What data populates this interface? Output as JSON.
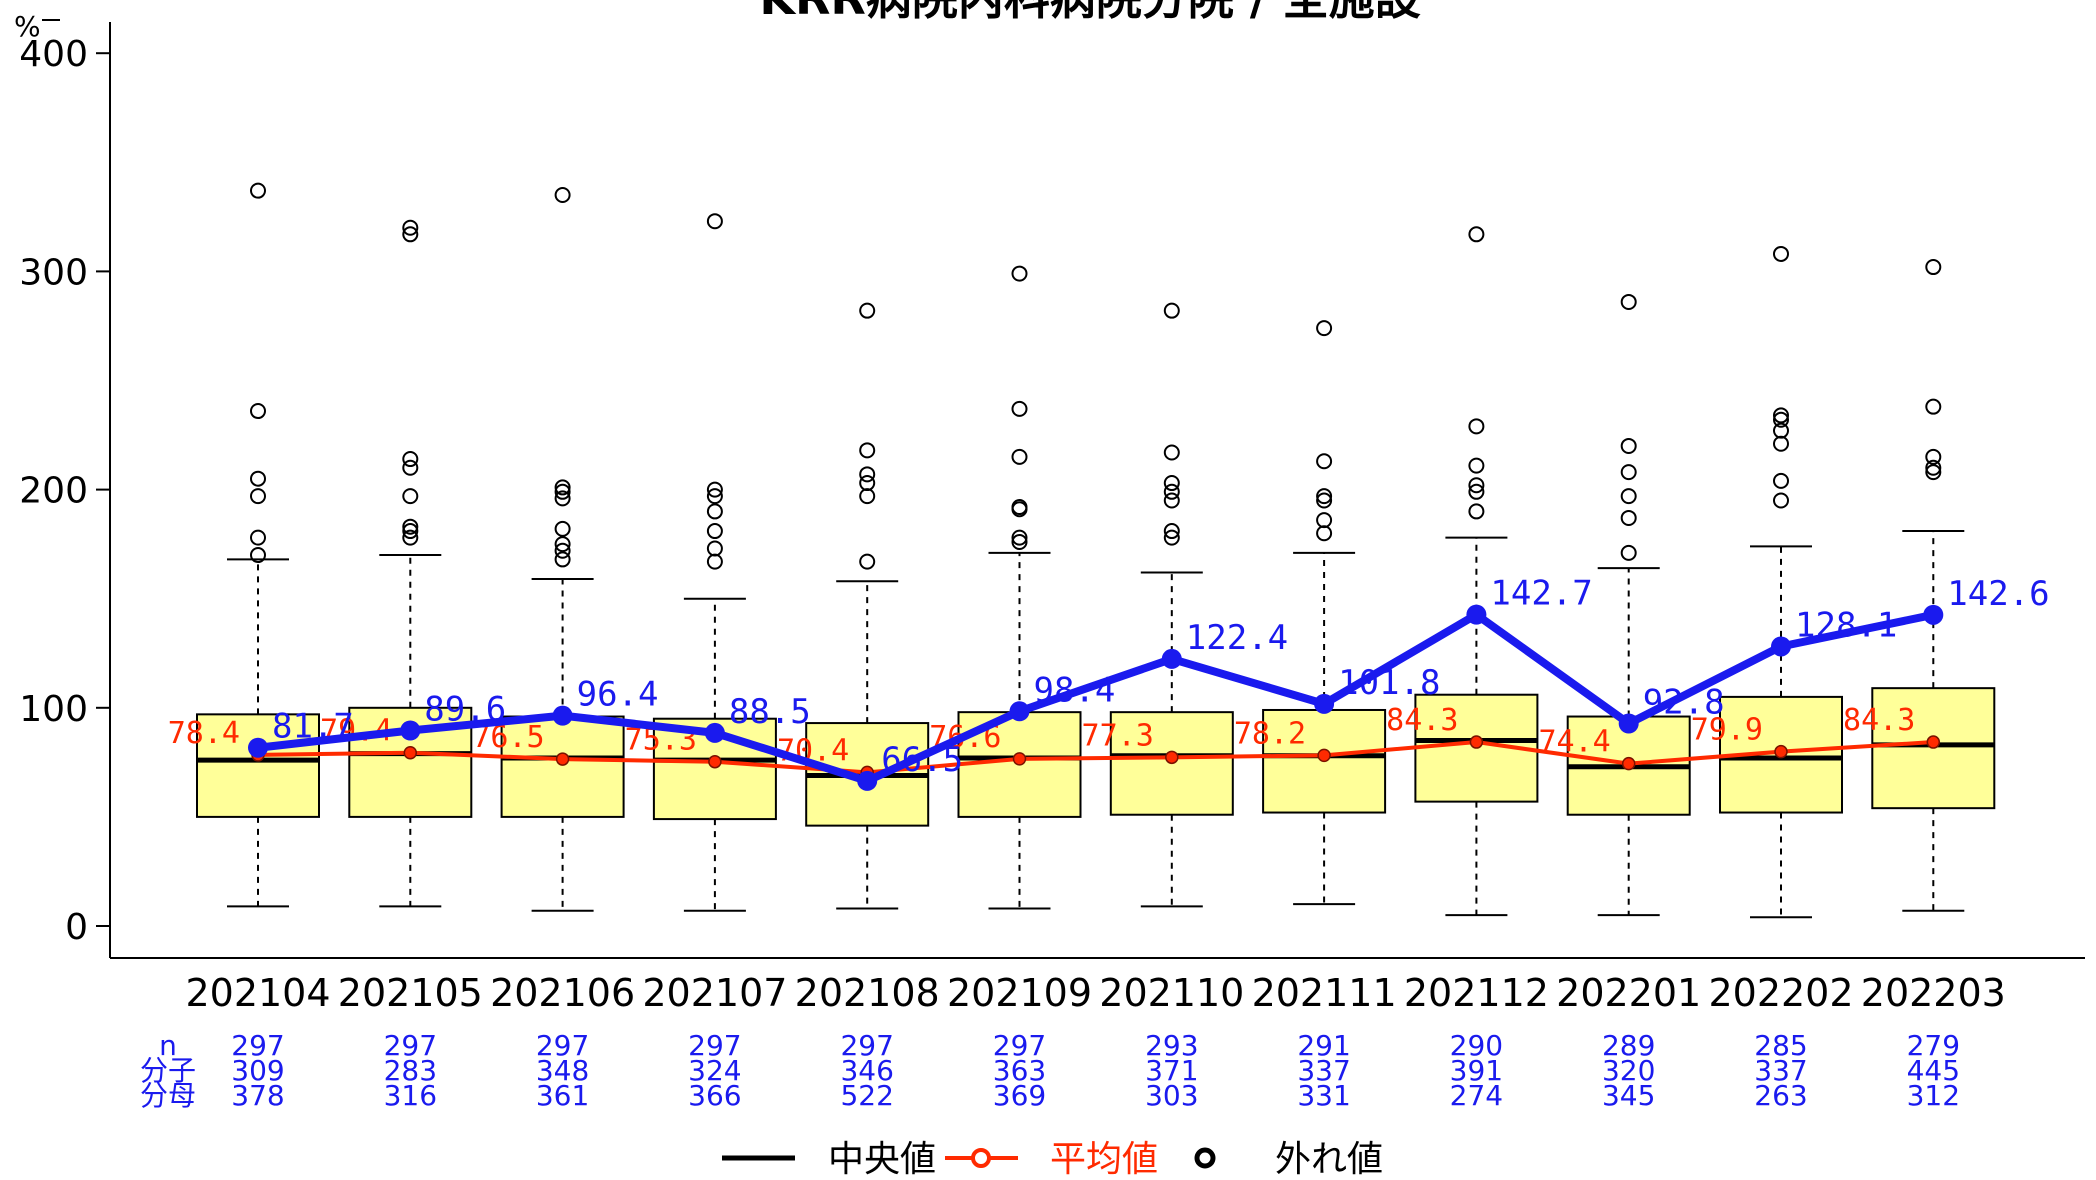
{
  "chart_data": {
    "type": "box",
    "title": "KRR病院内科病院分院 / 全施設",
    "ylabel": "%",
    "ylim": [
      0,
      400
    ],
    "yticks": [
      0,
      100,
      200,
      300,
      400
    ],
    "categories": [
      "202104",
      "202105",
      "202106",
      "202107",
      "202108",
      "202109",
      "202110",
      "202111",
      "202112",
      "202201",
      "202202",
      "202203"
    ],
    "boxes": [
      {
        "low": 9,
        "q1": 50,
        "median": 76,
        "q3": 97,
        "high": 168,
        "outliers": [
          337,
          236,
          205,
          197,
          178,
          170
        ]
      },
      {
        "low": 9,
        "q1": 50,
        "median": 79,
        "q3": 100,
        "high": 170,
        "outliers": [
          320,
          317,
          214,
          210,
          197,
          183,
          181,
          178
        ]
      },
      {
        "low": 7,
        "q1": 50,
        "median": 77,
        "q3": 96,
        "high": 159,
        "outliers": [
          335,
          201,
          199,
          196,
          182,
          175,
          172,
          168
        ]
      },
      {
        "low": 7,
        "q1": 49,
        "median": 76,
        "q3": 95,
        "high": 150,
        "outliers": [
          323,
          200,
          197,
          190,
          181,
          173,
          167
        ]
      },
      {
        "low": 8,
        "q1": 46,
        "median": 69,
        "q3": 93,
        "high": 158,
        "outliers": [
          282,
          218,
          207,
          203,
          197,
          167
        ]
      },
      {
        "low": 8,
        "q1": 50,
        "median": 77,
        "q3": 98,
        "high": 171,
        "outliers": [
          299,
          237,
          215,
          192,
          191,
          178,
          176
        ]
      },
      {
        "low": 9,
        "q1": 51,
        "median": 78,
        "q3": 98,
        "high": 162,
        "outliers": [
          282,
          217,
          203,
          199,
          195,
          181,
          178
        ]
      },
      {
        "low": 10,
        "q1": 52,
        "median": 78,
        "q3": 99,
        "high": 171,
        "outliers": [
          274,
          213,
          197,
          195,
          186,
          180
        ]
      },
      {
        "low": 5,
        "q1": 57,
        "median": 85,
        "q3": 106,
        "high": 178,
        "outliers": [
          317,
          229,
          211,
          202,
          199,
          190
        ]
      },
      {
        "low": 5,
        "q1": 51,
        "median": 73,
        "q3": 96,
        "high": 164,
        "outliers": [
          286,
          220,
          208,
          197,
          187,
          171
        ]
      },
      {
        "low": 4,
        "q1": 52,
        "median": 77,
        "q3": 105,
        "high": 174,
        "outliers": [
          308,
          234,
          232,
          227,
          221,
          204,
          195
        ]
      },
      {
        "low": 7,
        "q1": 54,
        "median": 83,
        "q3": 109,
        "high": 181,
        "outliers": [
          302,
          238,
          215,
          210,
          208
        ]
      }
    ],
    "series": [
      {
        "name": "平均値",
        "color": "#ff2a00",
        "values": [
          78.4,
          79.4,
          76.5,
          75.3,
          70.4,
          76.6,
          77.3,
          78.2,
          84.3,
          74.4,
          79.9,
          84.3
        ]
      },
      {
        "color": "#1a1aee",
        "values": [
          81.7,
          89.6,
          96.4,
          88.5,
          66.5,
          98.4,
          122.4,
          101.8,
          142.7,
          92.8,
          128.1,
          142.6
        ]
      }
    ],
    "counts": {
      "labels": [
        "n",
        "分子",
        "分母"
      ],
      "n": [
        297,
        297,
        297,
        297,
        297,
        297,
        293,
        291,
        290,
        289,
        285,
        279
      ],
      "numerator": [
        309,
        283,
        348,
        324,
        346,
        363,
        371,
        337,
        391,
        320,
        337,
        445
      ],
      "denominator": [
        378,
        316,
        361,
        366,
        522,
        369,
        303,
        331,
        274,
        345,
        263,
        312
      ]
    },
    "legend": {
      "position": "bottom",
      "median_label": "中央値",
      "mean_label": "平均値",
      "outlier_label": "外れ値"
    },
    "colors": {
      "box_fill": "#ffff99",
      "median": "#000000",
      "mean": "#ff2a00",
      "hospital": "#1a1aee",
      "counts": "#1a1aee"
    }
  }
}
